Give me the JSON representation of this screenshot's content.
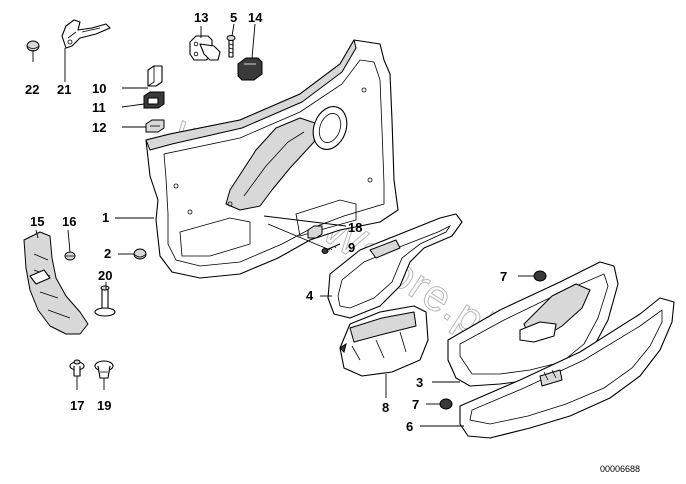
{
  "labels": {
    "p1": "1",
    "p2": "2",
    "p3": "3",
    "p4": "4",
    "p5": "5",
    "p6": "6",
    "p7a": "7",
    "p7b": "7",
    "p8": "8",
    "p9": "9",
    "p10": "10",
    "p11": "11",
    "p12": "12",
    "p13": "13",
    "p14": "14",
    "p15": "15",
    "p16": "16",
    "p17": "17",
    "p18": "18",
    "p19": "19",
    "p20": "20",
    "p21": "21",
    "p22": "22"
  },
  "watermark": "www.BMWstore.pl",
  "doc_number": "00006688"
}
